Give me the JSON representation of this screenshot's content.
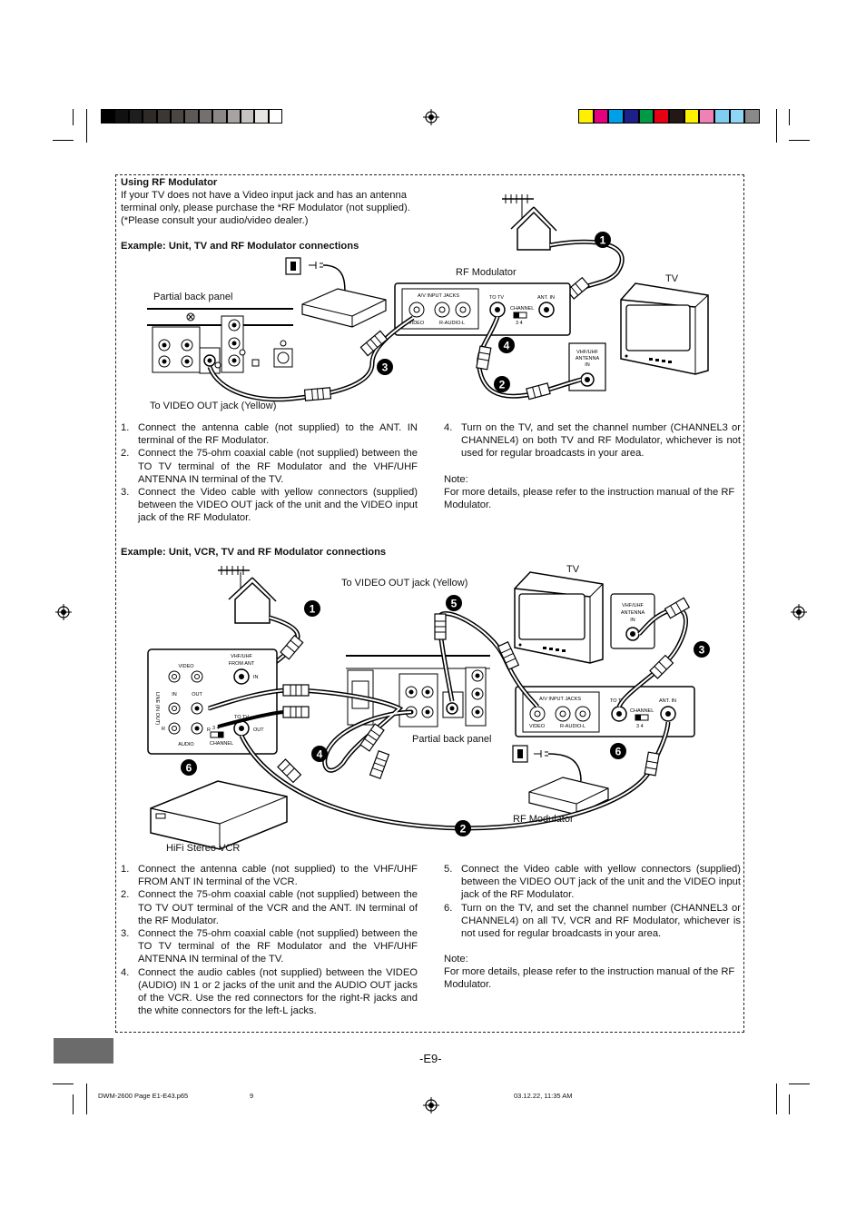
{
  "heading": "Using RF Modulator",
  "intro": [
    "If your TV does not have a Video input jack and has an antenna",
    "terminal only, please purchase the *RF Modulator (not supplied).",
    "(*Please consult your audio/video dealer.)"
  ],
  "example1": {
    "title": "Example: Unit, TV and RF Modulator connections",
    "labels": {
      "rf_modulator": "RF Modulator",
      "tv": "TV",
      "partial_back_panel": "Partial back panel",
      "video_out": "To VIDEO OUT jack (Yellow)",
      "av_input_jacks": "A/V INPUT JACKS",
      "video": "VIDEO",
      "r_audio_l": "R-AUDIO-L",
      "to_tv": "TO TV",
      "channel": "CHANNEL",
      "ch34": "3   4",
      "ant_in": "ANT. IN",
      "vhf_uhf": "VHF/UHF",
      "antenna": "ANTENNA",
      "in": "IN"
    },
    "markers": [
      "1",
      "2",
      "3",
      "4"
    ],
    "steps_left": [
      {
        "n": "1.",
        "text": "Connect the antenna cable (not supplied) to the ANT. IN terminal of the RF Modulator."
      },
      {
        "n": "2.",
        "text": "Connect the 75-ohm coaxial cable (not supplied) between the TO TV terminal of the RF Modulator and the VHF/UHF ANTENNA IN terminal of the TV."
      },
      {
        "n": "3.",
        "text": "Connect the Video cable with yellow connectors (supplied) between the VIDEO OUT jack of the unit and the VIDEO input jack of the RF Modulator."
      }
    ],
    "steps_right": [
      {
        "n": "4.",
        "text": "Turn on the TV, and set the channel number (CHANNEL3 or CHANNEL4) on both TV and RF Modulator, whichever is not used for regular broadcasts in your area."
      }
    ],
    "note_label": "Note:",
    "note_text": "For more details, please refer to the instruction manual of the RF Modulator."
  },
  "example2": {
    "title": "Example: Unit, VCR, TV and RF Modulator connections",
    "labels": {
      "video_out": "To VIDEO OUT jack (Yellow)",
      "tv": "TV",
      "partial_back_panel": "Partial back panel",
      "rf_modulator": "RF Modulator",
      "vcr": "HiFi Stereo VCR",
      "vhf_uhf": "VHF/UHF",
      "from_ant": "FROM ANT",
      "in": "IN",
      "video": "VIDEO",
      "out": "OUT",
      "audio": "AUDIO",
      "line": "LINE (IN OUT)",
      "l": "L",
      "r": "R",
      "to_tv": "TO TV",
      "channel": "CHANNEL",
      "ch34": "3   4",
      "av_input_jacks": "A/V INPUT JACKS",
      "r_audio_l": "R-AUDIO-L",
      "ant_in": "ANT. IN",
      "antenna": "ANTENNA"
    },
    "markers": [
      "1",
      "2",
      "3",
      "4",
      "5",
      "6"
    ],
    "steps_left": [
      {
        "n": "1.",
        "text": "Connect the antenna cable (not supplied) to the VHF/UHF FROM ANT IN terminal of the VCR."
      },
      {
        "n": "2.",
        "text": "Connect the 75-ohm coaxial cable (not supplied) between the TO TV OUT terminal of the VCR and the ANT. IN terminal of the RF Modulator."
      },
      {
        "n": "3.",
        "text": "Connect the 75-ohm coaxial cable (not supplied) between the TO TV terminal of the RF Modulator and the VHF/UHF ANTENNA IN terminal of the TV."
      },
      {
        "n": "4.",
        "text": "Connect the audio cables (not supplied) between the VIDEO (AUDIO) IN 1 or 2 jacks of the unit and the AUDIO OUT jacks of the VCR. Use the red connectors for the right-R jacks and the white connectors for the left-L jacks."
      }
    ],
    "steps_right": [
      {
        "n": "5.",
        "text": "Connect the Video cable with yellow connectors (supplied) between the VIDEO OUT jack of the unit and the VIDEO input jack of the RF Modulator."
      },
      {
        "n": "6.",
        "text": "Turn on the TV, and set the channel number (CHANNEL3 or CHANNEL4) on all TV, VCR and RF Modulator, whichever is not used for regular broadcasts in your area."
      }
    ],
    "note_label": "Note:",
    "note_text": "For more details, please refer to the instruction manual of the RF Modulator."
  },
  "page_number": "-E9-",
  "footer": {
    "file": "DWM-2600 Page E1-E43.p65",
    "page": "9",
    "date": "03.12.22, 11:35 AM"
  },
  "colors": {
    "grayscale_bar": [
      "#000000",
      "#111111",
      "#1e1e1e",
      "#2e2a28",
      "#3b3734",
      "#4b4644",
      "#5e5856",
      "#757070",
      "#8c8787",
      "#a8a3a3",
      "#c6c2c2",
      "#e6e3e3",
      "#ffffff"
    ],
    "color_bar": [
      "#ffef00",
      "#e4007f",
      "#00a0e9",
      "#1d2088",
      "#009944",
      "#e60012",
      "#231815",
      "#fff100",
      "#f081b4",
      "#7ecef4",
      "#8fd6f6",
      "#898989"
    ],
    "tab": "#6b6b6b"
  }
}
